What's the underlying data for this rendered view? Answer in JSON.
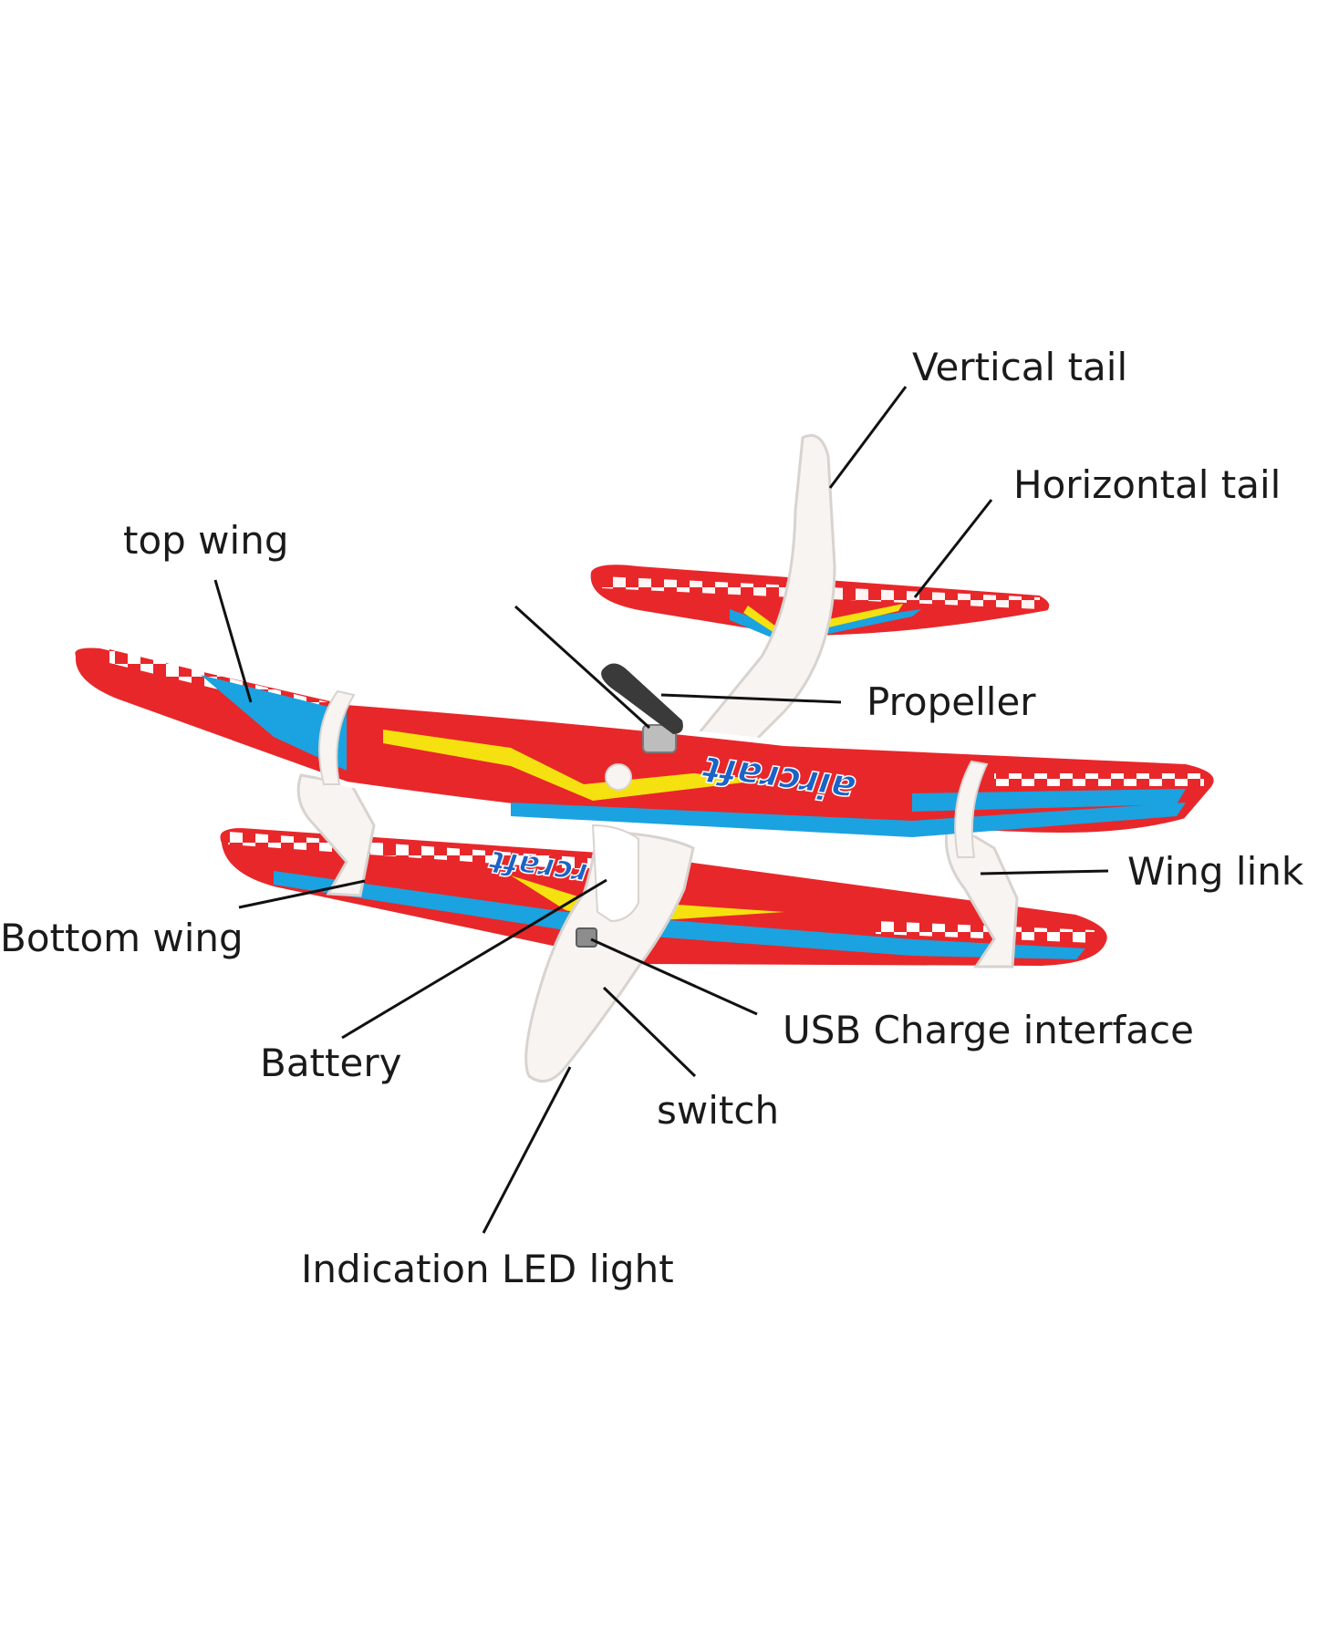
{
  "labels": {
    "vertical_tail": "Vertical tail",
    "horizontal_tail": "Horizontal tail",
    "top_wing": "top wing",
    "propeller": "Propeller",
    "wing_link": "Wing link",
    "bottom_wing": "Bottom wing",
    "battery": "Battery",
    "usb_charge_interface": "USB Charge interface",
    "switch": "switch",
    "indication_led_light": "Indication LED light"
  },
  "decals": {
    "top_wing_text": "aircraft",
    "bottom_wing_text": "aircraft"
  },
  "colors": {
    "wing_red": "#e8272a",
    "stripe_blue": "#1aa3e0",
    "stripe_yellow": "#f5e10f",
    "foam_white": "#f7f4f2",
    "decal_blue": "#1b63c6"
  }
}
